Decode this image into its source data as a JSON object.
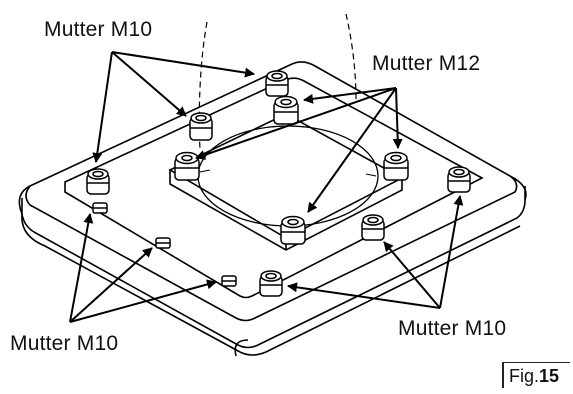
{
  "labels": {
    "nut_m10_top_left": "Mutter M10",
    "nut_m12": "Mutter M12",
    "nut_m10_bottom_left": "Mutter M10",
    "nut_m10_bottom_right": "Mutter M10"
  },
  "figure": {
    "prefix": "Fig.",
    "number": "15"
  },
  "colors": {
    "ink": "#111111",
    "background": "#ffffff"
  }
}
